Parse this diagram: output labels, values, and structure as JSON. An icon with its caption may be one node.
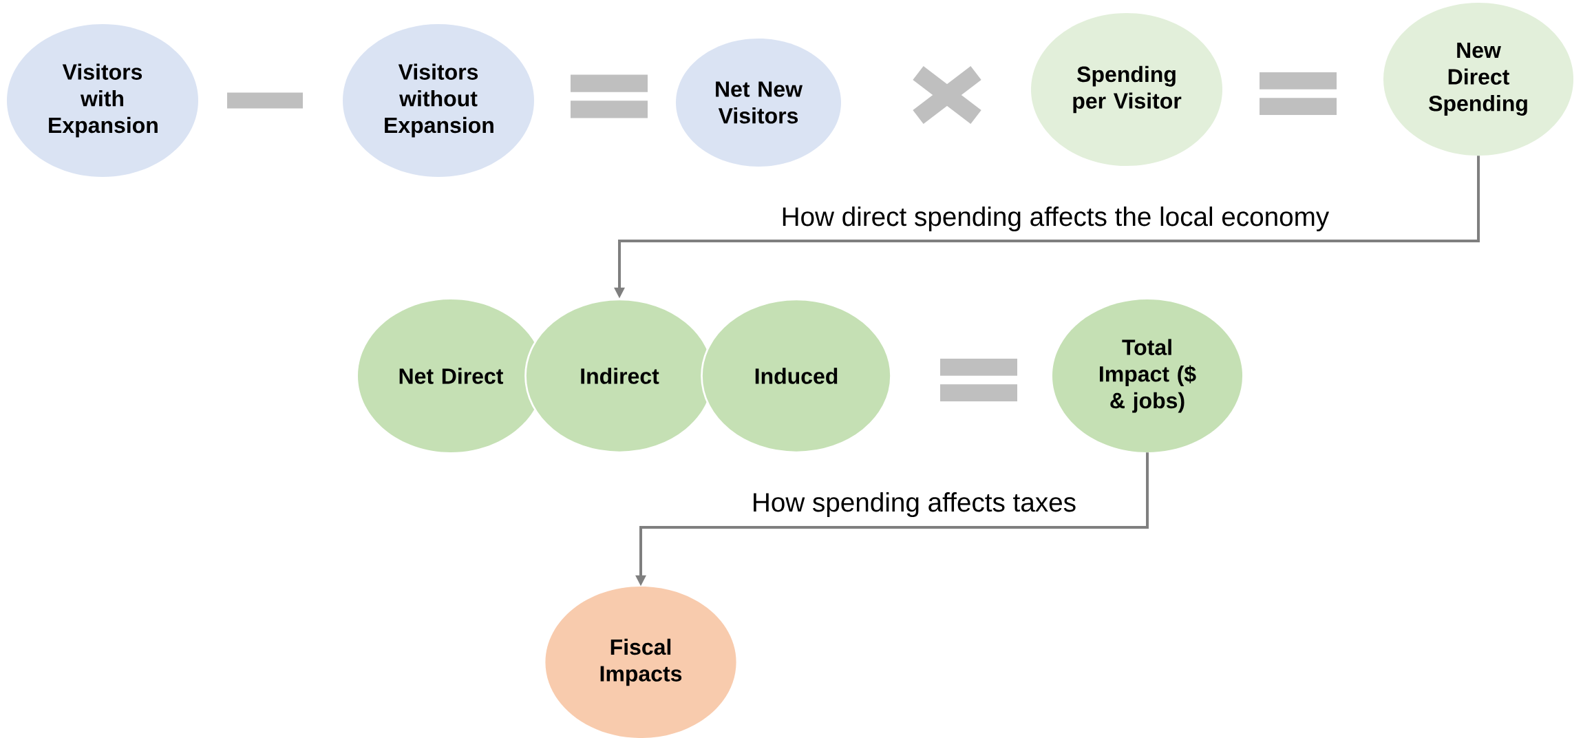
{
  "diagram": {
    "nodes": [
      {
        "text": [
          "Visitors with Expansion"
        ]
      },
      {
        "text": [],
        "shape": "minus"
      },
      {
        "text": [
          "Visitors without Expansion"
        ]
      },
      {
        "text": [],
        "shape": "equals"
      },
      {
        "text": [
          "Net New Visitors"
        ]
      },
      {
        "text": [],
        "shape": "times"
      },
      {
        "text": [
          "Spending per Visitor"
        ]
      },
      {
        "text": [],
        "shape": "equals"
      },
      {
        "text": [
          "New Direct Spending"
        ]
      },
      {
        "text": [
          "Net Direct"
        ]
      },
      {
        "text": [
          "Indirect"
        ]
      },
      {
        "text": [
          "Induced"
        ]
      },
      {
        "text": [],
        "shape": "equals"
      },
      {
        "text": [
          "Total Impact ($ & jobs)"
        ]
      },
      {
        "text": [
          "Fiscal Impacts"
        ]
      }
    ],
    "edges": [
      {
        "from": 8,
        "to": 10,
        "arrow": "to",
        "label": "How direct spending affects the local economy"
      },
      {
        "from": 13,
        "to": 14,
        "arrow": "to",
        "label": "How spending affects taxes"
      }
    ]
  }
}
